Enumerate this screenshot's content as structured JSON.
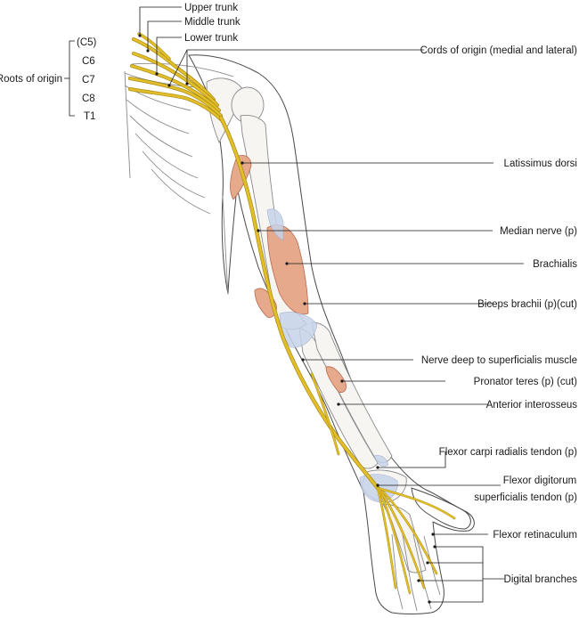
{
  "figure": {
    "labels": {
      "upper_trunk": "Upper trunk",
      "middle_trunk": "Middle trunk",
      "lower_trunk": "Lower trunk",
      "cords_of_origin": "Cords of origin (medial and lateral)",
      "roots_of_origin": "Roots of origin",
      "root_c5": "(C5)",
      "root_c6": "C6",
      "root_c7": "C7",
      "root_c8": "C8",
      "root_t1": "T1",
      "latissimus_dorsi": "Latissimus dorsi",
      "median_nerve": "Median nerve (p)",
      "brachialis": "Brachialis",
      "biceps_brachii": "Biceps brachii (p)(cut)",
      "nerve_deep": "Nerve deep to superficialis muscle",
      "pronator_teres": "Pronator teres (p) (cut)",
      "anterior_interosseus": "Anterior interosseus",
      "flexor_carpi_radialis": "Flexor carpi radialis tendon (p)",
      "flexor_digitorum_line1": "Flexor digitorum",
      "flexor_digitorum_line2": "superficialis tendon (p)",
      "flexor_retinaculum": "Flexor retinaculum",
      "digital_branches": "Digital branches"
    },
    "colors": {
      "nerve": "#e2bf2a",
      "muscle": "#e7a98c",
      "tendon": "#c7d3ea",
      "outline": "#4a4a4a",
      "bone": "#8a8a8a"
    }
  }
}
